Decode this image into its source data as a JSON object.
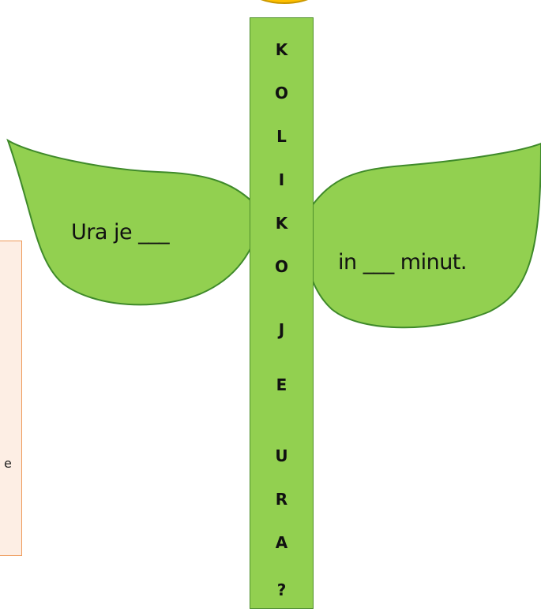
{
  "colors": {
    "leaf_fill": "#92d050",
    "leaf_stroke": "#3f8a2a",
    "stem_fill": "#92d050",
    "stem_stroke": "#4e8f2a",
    "flower_fill": "#ffc000",
    "flower_stroke": "#c99700",
    "note_fill": "#fdeee4",
    "note_stroke": "#ee9a5a"
  },
  "note_box": {
    "visible_fragment": "e"
  },
  "stem": {
    "letters": [
      "K",
      "O",
      "L",
      "I",
      "K",
      "O",
      "J",
      "E",
      "U",
      "R",
      "A",
      "?"
    ]
  },
  "left_leaf": {
    "text": "Ura je ___"
  },
  "right_leaf": {
    "text": "in ___ minut."
  }
}
